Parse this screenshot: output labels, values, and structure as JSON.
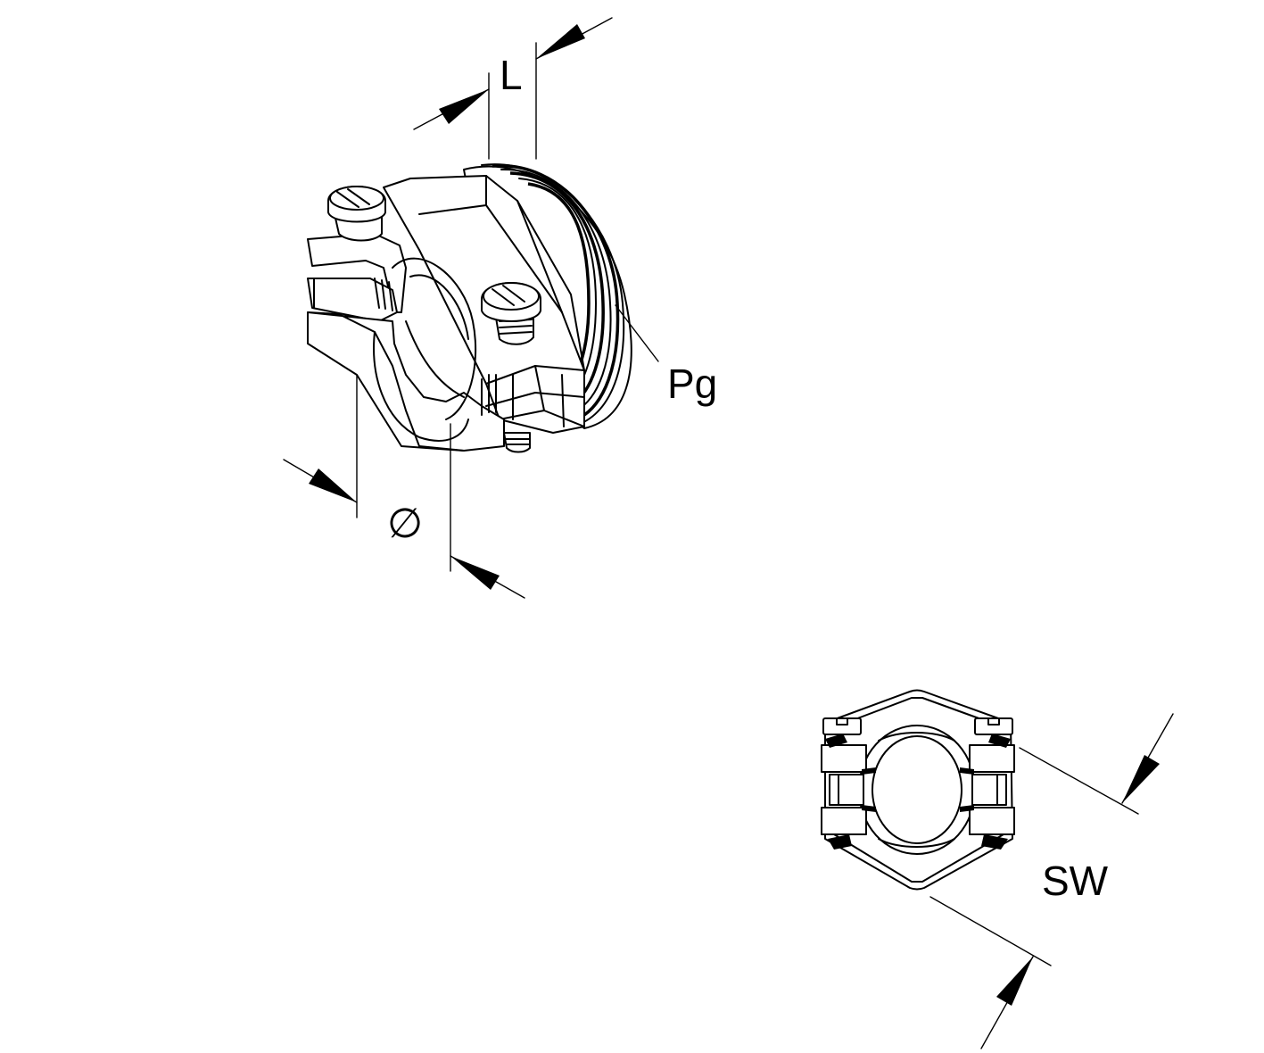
{
  "labels": {
    "length": "L",
    "thread": "Pg",
    "diameter": "∅",
    "wrench_size": "SW"
  },
  "colors": {
    "line": "#000000",
    "background": "#ffffff"
  }
}
